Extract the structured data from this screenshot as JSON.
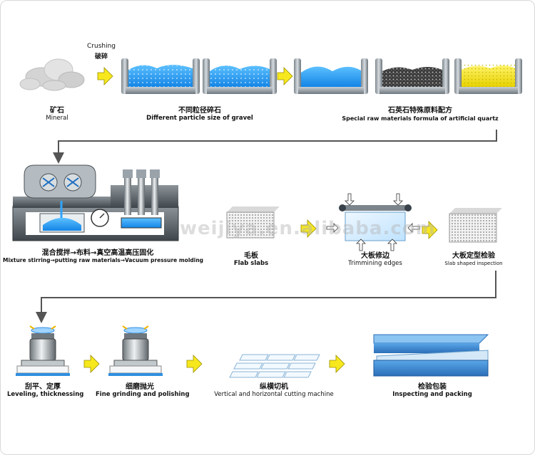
{
  "labels": {
    "crushing_en": "Crushing",
    "crushing_zh": "破碎",
    "mineral_zh": "矿石",
    "mineral_en": "Mineral",
    "gravel_zh": "不同粒径碎石",
    "gravel_en": "Different particle size of gravel",
    "formula_zh": "石英石特殊原料配方",
    "formula_en": "Special raw materials formula of artificial quartz",
    "mixing_zh": "混合搅拌→布料→真空高温高压固化",
    "mixing_en": "Mixture stirring→putting raw materials→Vacuum pressure molding",
    "flab_zh": "毛板",
    "flab_en": "Flab slabs",
    "trim_zh": "大板修边",
    "trim_en": "Trimmining edges",
    "inspect_zh": "大板定型检验",
    "inspect_en": "Slab shaped inspection",
    "leveling_zh": "刮平、定厚",
    "leveling_en": "Leveling, thicknessing",
    "grinding_zh": "细磨抛光",
    "grinding_en": "Fine grinding and polishing",
    "cutting_zh": "纵横切机",
    "cutting_en": "Vertical and horizontal cutting machine",
    "packing_zh": "检验包装",
    "packing_en": "Inspecting and packing"
  },
  "watermark": "weijiya.en.alibaba.com",
  "colors": {
    "arrow": "#f7e81e",
    "arrow_stroke": "#9a8f00",
    "bin": "#9aa3aa",
    "bin_dark": "#5d666d",
    "blue": "#2fa4ff",
    "blue_light": "#8fd3ff",
    "dark_mix": "#3b3b3b",
    "yellow_mix": "#f6e400",
    "flow_arrow": "#555555"
  }
}
